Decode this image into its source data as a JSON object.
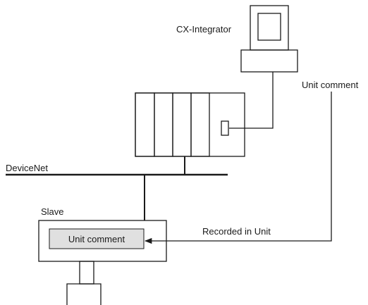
{
  "labels": {
    "software": "CX-Integrator",
    "unit_comment_top": "Unit comment",
    "network": "DeviceNet",
    "slave": "Slave",
    "unit_comment_box": "Unit comment",
    "recorded": "Recorded in Unit"
  },
  "colors": {
    "stroke": "#1a1a1a",
    "comment_fill": "#e0e0e0",
    "background": "#ffffff"
  }
}
